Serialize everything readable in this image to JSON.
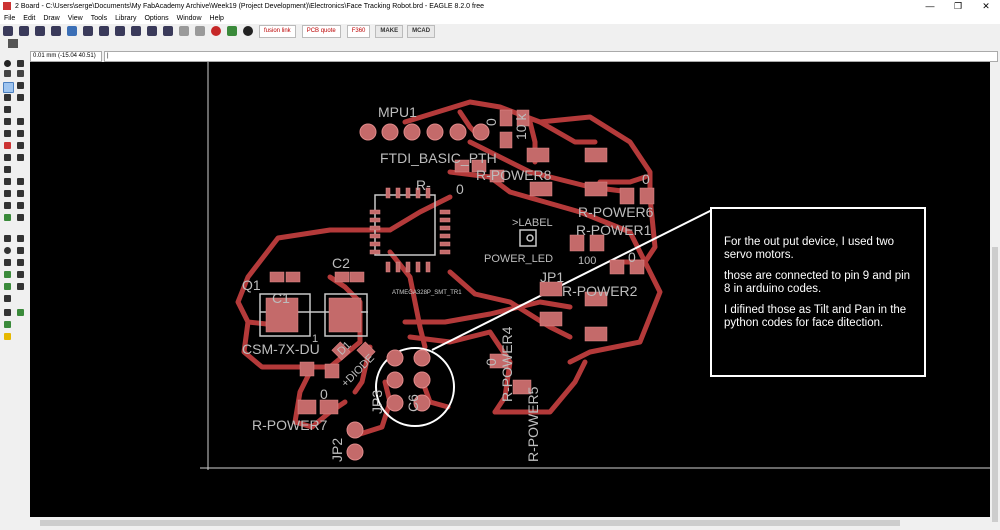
{
  "window": {
    "title": "2 Board - C:\\Users\\serge\\Documents\\My FabAcademy Archive\\Week19 (Project Development)\\Electronics\\Face Tracking Robot.brd - EAGLE 8.2.0 free",
    "min_symbol": "—",
    "max_symbol": "❐",
    "close_symbol": "✕"
  },
  "menu": [
    "File",
    "Edit",
    "Draw",
    "View",
    "Tools",
    "Library",
    "Options",
    "Window",
    "Help"
  ],
  "toolbar": {
    "fusion_buttons": [
      "fusion link",
      "PCB quote",
      "F360"
    ],
    "make_label": "MAKE",
    "mcad_label": "MCAD"
  },
  "coord_readout": "0.01 mm (-15.04 40.51)",
  "command_line": "|",
  "board_labels": {
    "mpu": "MPU1",
    "ftdi": "FTDI_BASIC_PTH",
    "r_short": "R-",
    "r_power8": "R-POWER8",
    "r_power6": "R-POWER6",
    "r_power1": "R-POWER1",
    "r_power2": "R-POWER2",
    "r_power7": "R-POWER7",
    "r_power4": "R-POWER4",
    "r_power5": "R-POWER5",
    "ten_k": "10 k",
    "zero_a": "0",
    "zero_b": "0",
    "zero_c": "0",
    "zero_d": "0",
    "zero_e": "0",
    "zero_f": "0",
    "hundred": "100",
    "label_tag": ">LABEL",
    "power_led": "POWER_LED",
    "jp1": "JP1",
    "jp2": "JP2",
    "jp3": "JP3",
    "q1": "Q1",
    "c1": "C1",
    "c2": "C2",
    "crystal": "CSM-7X-DU",
    "one": "1",
    "d1": "D1",
    "diode": "+DIODE",
    "c6": "C6",
    "atmega": "ATMEGA328P_SMT_TR1"
  },
  "annotation": {
    "p1": "For the out put device, I used two servo motors.",
    "p2": "those are connected to pin 9 and pin 8 in arduino codes.",
    "p3": "I difined those as Tilt and Pan in the python codes for face ditection."
  },
  "colors": {
    "trace": "#b43a3a",
    "pad": "#c46a6a",
    "label": "#bdbdbd",
    "canvas": "#000000",
    "annotation_border": "#ffffff"
  }
}
